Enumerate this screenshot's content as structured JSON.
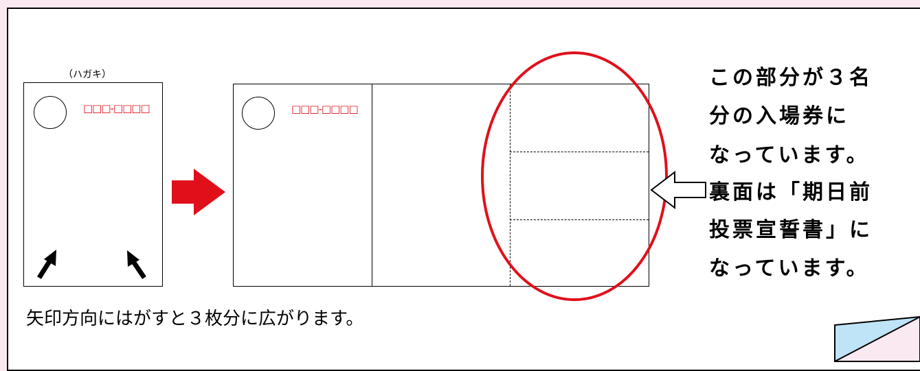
{
  "postcard": {
    "label": "（ハガキ）",
    "postal_code": "□□□-□□□□"
  },
  "unfolded": {
    "postal_code": "□□□-□□□□"
  },
  "caption": "矢印方向にはがすと３枚分に広がります。",
  "explanation": {
    "lines": [
      "この部分が３名",
      "分の入場券に",
      "なっています。",
      "裏面は「期日前",
      "投票宣誓書」に",
      "なっています。"
    ]
  },
  "colors": {
    "accent_red": "#e0101a",
    "background_pink": "#fbe9f2",
    "corner_blue": "#bfe3f7"
  },
  "icons": [
    "stamp-circle",
    "up-arrow",
    "right-arrow",
    "left-outline-arrow",
    "highlight-ellipse",
    "folded-corner"
  ]
}
